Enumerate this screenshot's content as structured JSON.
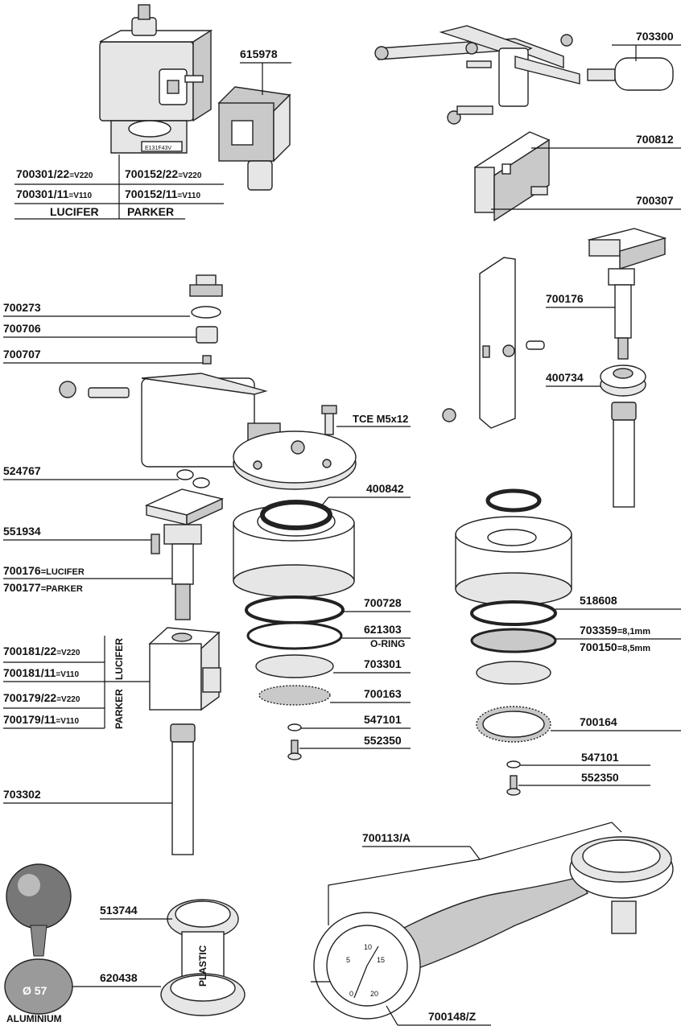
{
  "labels": {
    "p615978": "615978",
    "p700301_22": "700301/22",
    "p700301_11": "700301/11",
    "p700152_22": "700152/22",
    "p700152_11": "700152/11",
    "v220": "=V220",
    "v110": "=V110",
    "lucifer": "LUCIFER",
    "parker": "PARKER",
    "p703300": "703300",
    "p700812": "700812",
    "p700307": "700307",
    "p700273": "700273",
    "p700706": "700706",
    "p700707": "700707",
    "tce": "TCE M5x12",
    "p524767": "524767",
    "p551934": "551934",
    "p700176_lucifer": "700176",
    "eq_lucifer": "=LUCIFER",
    "p700177_parker": "700177",
    "eq_parker": "=PARKER",
    "p700181_22": "700181/22",
    "p700181_11": "700181/11",
    "p700179_22": "700179/22",
    "p700179_11": "700179/11",
    "side_lucifer": "LUCIFER",
    "side_parker": "PARKER",
    "p703302": "703302",
    "p400842": "400842",
    "p700728": "700728",
    "p621303": "621303",
    "oring": "O-RING",
    "p703301": "703301",
    "p700163": "700163",
    "p547101_a": "547101",
    "p552350_a": "552350",
    "p700176_r": "700176",
    "p400734": "400734",
    "p518608": "518608",
    "p703359": "703359",
    "mm81": "=8,1mm",
    "p700150": "700150",
    "mm85": "=8,5mm",
    "p700164": "700164",
    "p547101_b": "547101",
    "p552350_b": "552350",
    "p700113a": "700113/A",
    "p700148z": "700148/Z",
    "p513744": "513744",
    "p620438": "620438",
    "aluminium": "ALUMINIUM",
    "diam57": "Ø 57",
    "plastic": "PLASTIC",
    "valve_marking": "E131F43V",
    "dial": [
      "5",
      "10",
      "15",
      "20",
      "0"
    ]
  }
}
